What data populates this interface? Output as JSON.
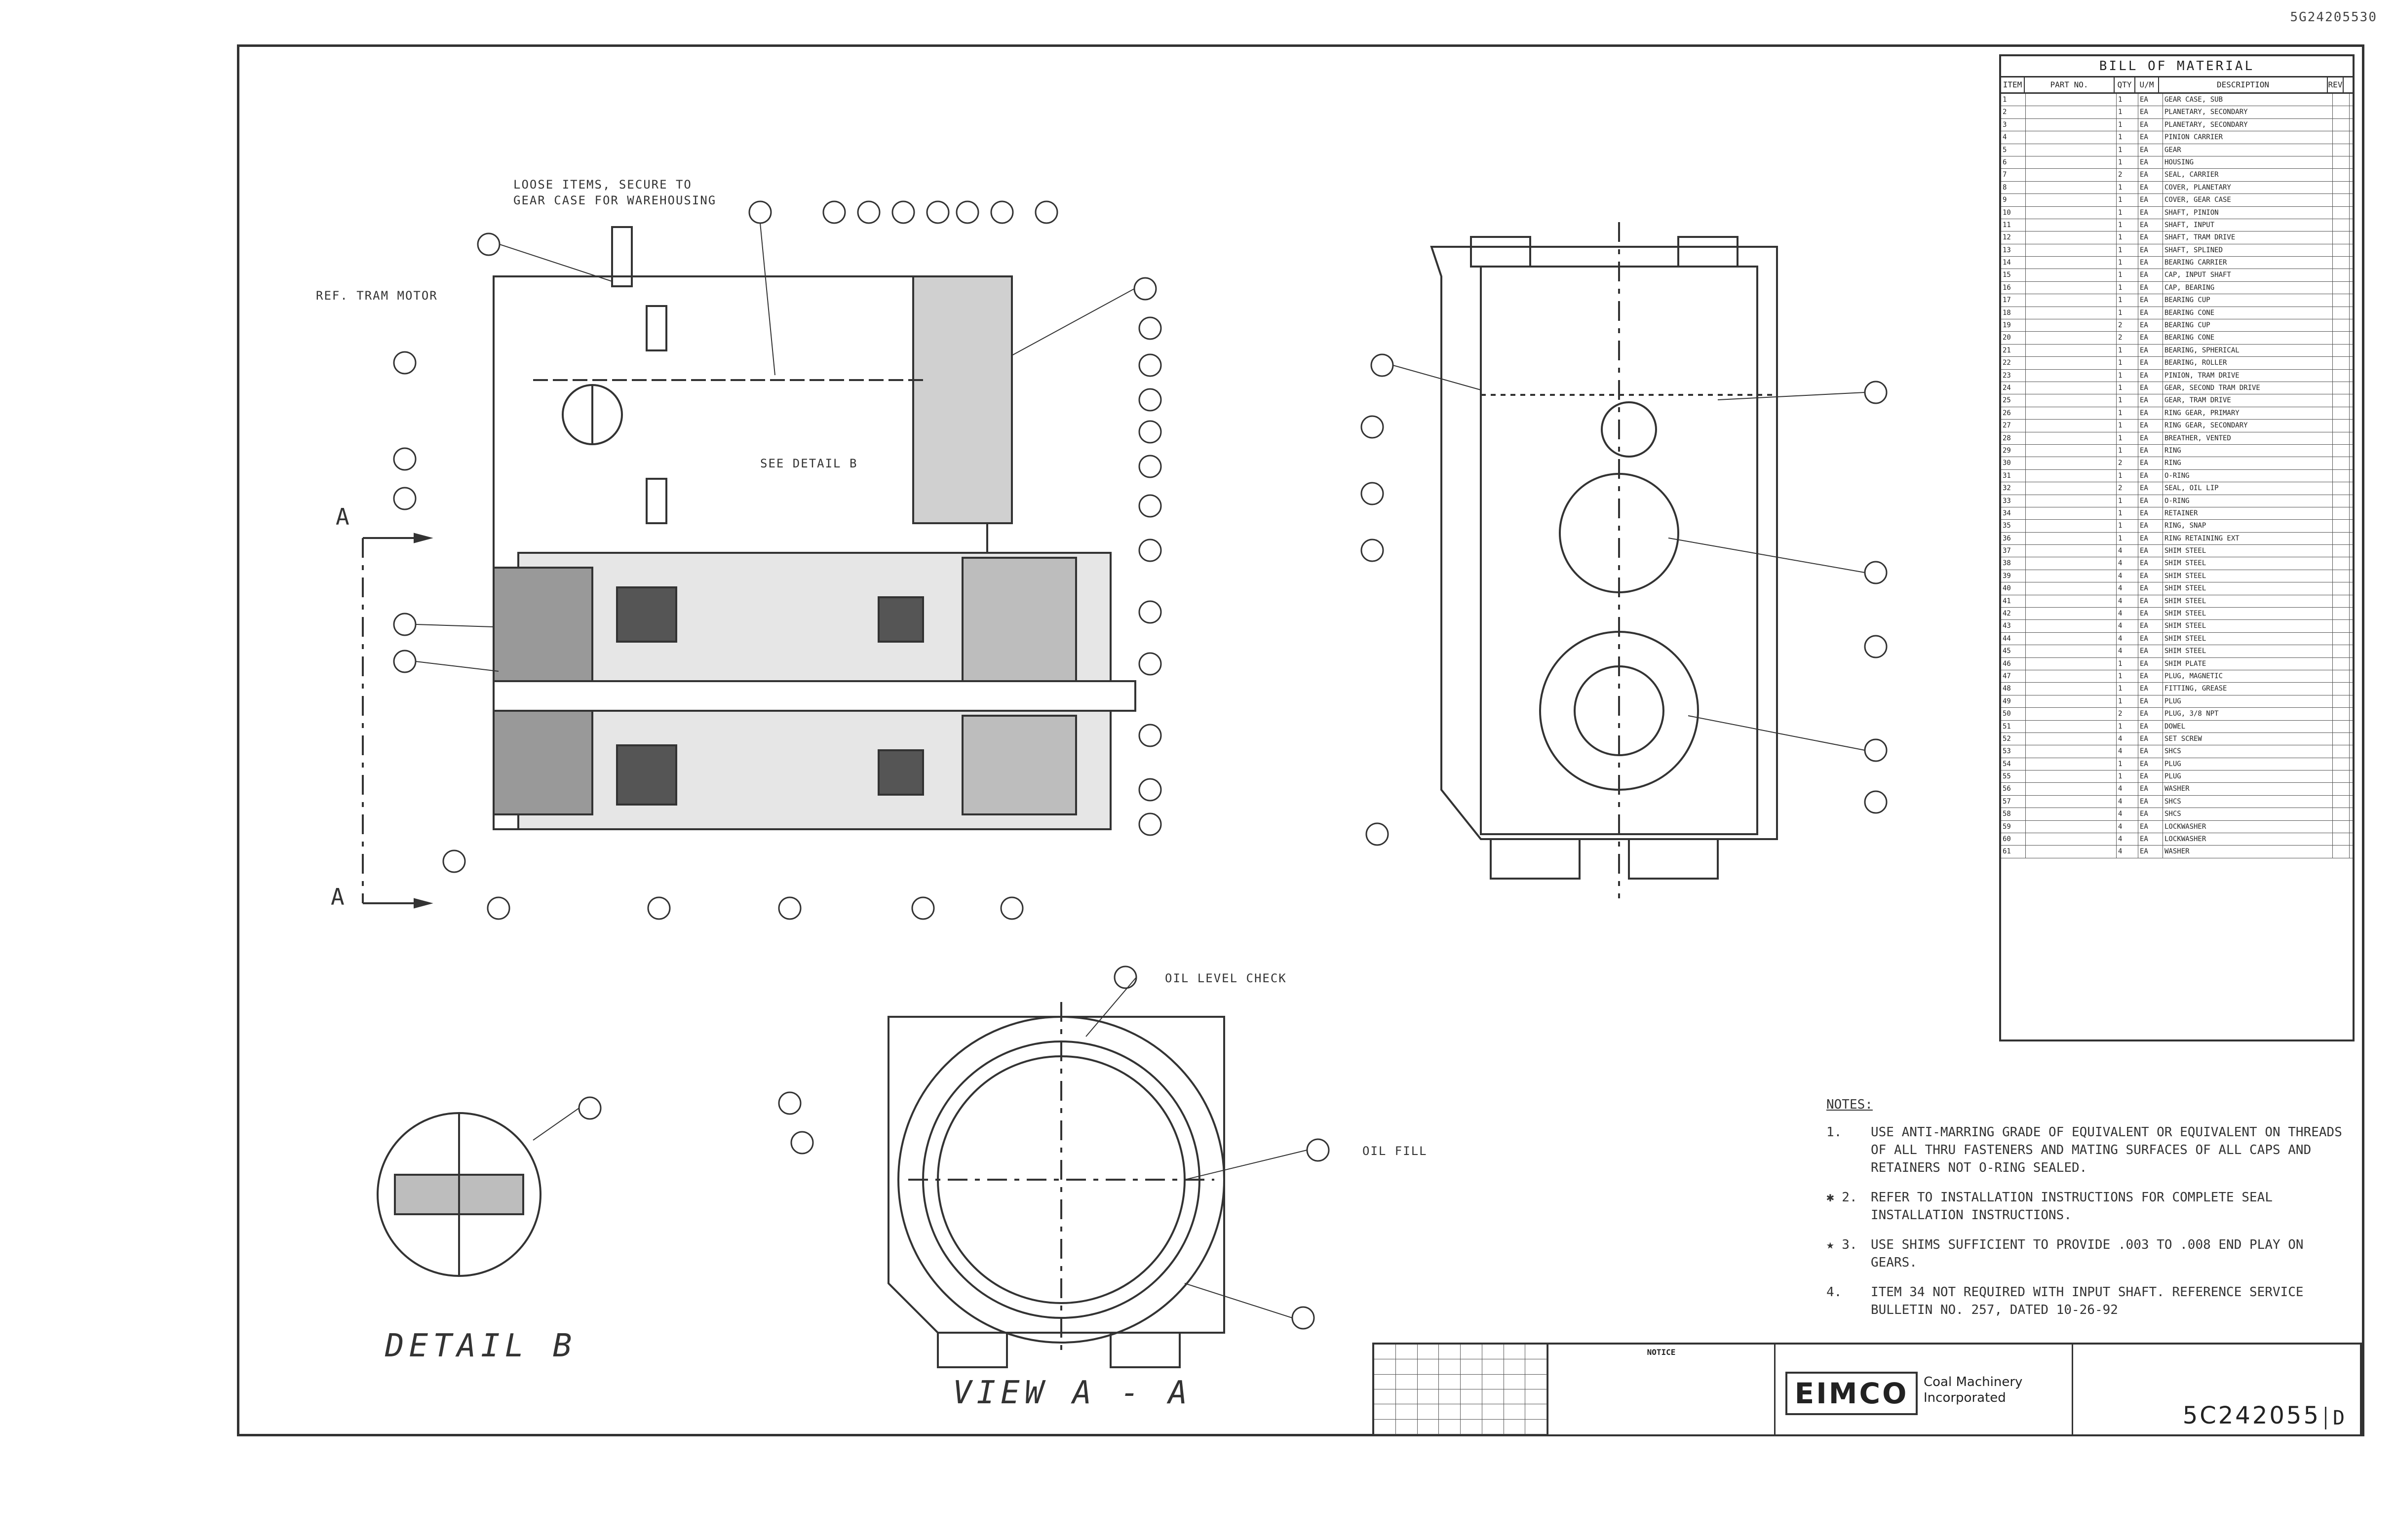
{
  "sheet_id": "5G24205530",
  "callouts": {
    "loose_item": "LOOSE ITEMS, SECURE TO",
    "loose_item2": "GEAR CASE FOR WAREHOUSING",
    "motor_ref": "REF. TRAM MOTOR",
    "see_detail": "SEE DETAIL B",
    "oil_level": "OIL LEVEL CHECK",
    "oil_fill": "OIL FILL"
  },
  "view_labels": {
    "section_a": "A",
    "detail_b": "DETAIL B",
    "view_aa": "VIEW A - A"
  },
  "bom": {
    "title": "BILL OF MATERIAL",
    "columns": [
      "ITEM",
      "PART NO.",
      "QTY",
      "U/M",
      "DESCRIPTION",
      "REV"
    ],
    "rows": [
      [
        "1",
        "",
        "1",
        "EA",
        "GEAR CASE, SUB",
        ""
      ],
      [
        "2",
        "",
        "1",
        "EA",
        "PLANETARY, SECONDARY",
        ""
      ],
      [
        "3",
        "",
        "1",
        "EA",
        "PLANETARY, SECONDARY",
        ""
      ],
      [
        "4",
        "",
        "1",
        "EA",
        "PINION CARRIER",
        ""
      ],
      [
        "5",
        "",
        "1",
        "EA",
        "GEAR",
        ""
      ],
      [
        "6",
        "",
        "1",
        "EA",
        "HOUSING",
        ""
      ],
      [
        "7",
        "",
        "2",
        "EA",
        "SEAL, CARRIER",
        ""
      ],
      [
        "8",
        "",
        "1",
        "EA",
        "COVER, PLANETARY",
        ""
      ],
      [
        "9",
        "",
        "1",
        "EA",
        "COVER, GEAR CASE",
        ""
      ],
      [
        "10",
        "",
        "1",
        "EA",
        "SHAFT, PINION",
        ""
      ],
      [
        "11",
        "",
        "1",
        "EA",
        "SHAFT, INPUT",
        ""
      ],
      [
        "12",
        "",
        "1",
        "EA",
        "SHAFT, TRAM DRIVE",
        ""
      ],
      [
        "13",
        "",
        "1",
        "EA",
        "SHAFT, SPLINED",
        ""
      ],
      [
        "14",
        "",
        "1",
        "EA",
        "BEARING CARRIER",
        ""
      ],
      [
        "15",
        "",
        "1",
        "EA",
        "CAP, INPUT SHAFT",
        ""
      ],
      [
        "16",
        "",
        "1",
        "EA",
        "CAP, BEARING",
        ""
      ],
      [
        "17",
        "",
        "1",
        "EA",
        "BEARING CUP",
        ""
      ],
      [
        "18",
        "",
        "1",
        "EA",
        "BEARING CONE",
        ""
      ],
      [
        "19",
        "",
        "2",
        "EA",
        "BEARING CUP",
        ""
      ],
      [
        "20",
        "",
        "2",
        "EA",
        "BEARING CONE",
        ""
      ],
      [
        "21",
        "",
        "1",
        "EA",
        "BEARING, SPHERICAL",
        ""
      ],
      [
        "22",
        "",
        "1",
        "EA",
        "BEARING, ROLLER",
        ""
      ],
      [
        "23",
        "",
        "1",
        "EA",
        "PINION, TRAM DRIVE",
        ""
      ],
      [
        "24",
        "",
        "1",
        "EA",
        "GEAR, SECOND TRAM DRIVE",
        ""
      ],
      [
        "25",
        "",
        "1",
        "EA",
        "GEAR, TRAM DRIVE",
        ""
      ],
      [
        "26",
        "",
        "1",
        "EA",
        "RING GEAR, PRIMARY",
        ""
      ],
      [
        "27",
        "",
        "1",
        "EA",
        "RING GEAR, SECONDARY",
        ""
      ],
      [
        "28",
        "",
        "1",
        "EA",
        "BREATHER, VENTED",
        ""
      ],
      [
        "29",
        "",
        "1",
        "EA",
        "RING",
        ""
      ],
      [
        "30",
        "",
        "2",
        "EA",
        "RING",
        ""
      ],
      [
        "31",
        "",
        "1",
        "EA",
        "O-RING",
        ""
      ],
      [
        "32",
        "",
        "2",
        "EA",
        "SEAL, OIL LIP",
        ""
      ],
      [
        "33",
        "",
        "1",
        "EA",
        "O-RING",
        ""
      ],
      [
        "34",
        "",
        "1",
        "EA",
        "RETAINER",
        ""
      ],
      [
        "35",
        "",
        "1",
        "EA",
        "RING, SNAP",
        ""
      ],
      [
        "36",
        "",
        "1",
        "EA",
        "RING RETAINING EXT",
        ""
      ],
      [
        "37",
        "",
        "4",
        "EA",
        "SHIM STEEL",
        ""
      ],
      [
        "38",
        "",
        "4",
        "EA",
        "SHIM STEEL",
        ""
      ],
      [
        "39",
        "",
        "4",
        "EA",
        "SHIM STEEL",
        ""
      ],
      [
        "40",
        "",
        "4",
        "EA",
        "SHIM STEEL",
        ""
      ],
      [
        "41",
        "",
        "4",
        "EA",
        "SHIM STEEL",
        ""
      ],
      [
        "42",
        "",
        "4",
        "EA",
        "SHIM STEEL",
        ""
      ],
      [
        "43",
        "",
        "4",
        "EA",
        "SHIM STEEL",
        ""
      ],
      [
        "44",
        "",
        "4",
        "EA",
        "SHIM STEEL",
        ""
      ],
      [
        "45",
        "",
        "4",
        "EA",
        "SHIM STEEL",
        ""
      ],
      [
        "46",
        "",
        "1",
        "EA",
        "SHIM PLATE",
        ""
      ],
      [
        "47",
        "",
        "1",
        "EA",
        "PLUG, MAGNETIC",
        ""
      ],
      [
        "48",
        "",
        "1",
        "EA",
        "FITTING, GREASE",
        ""
      ],
      [
        "49",
        "",
        "1",
        "EA",
        "PLUG",
        ""
      ],
      [
        "50",
        "",
        "2",
        "EA",
        "PLUG, 3/8 NPT",
        ""
      ],
      [
        "51",
        "",
        "1",
        "EA",
        "DOWEL",
        ""
      ],
      [
        "52",
        "",
        "4",
        "EA",
        "SET SCREW",
        ""
      ],
      [
        "53",
        "",
        "4",
        "EA",
        "SHCS",
        ""
      ],
      [
        "54",
        "",
        "1",
        "EA",
        "PLUG",
        ""
      ],
      [
        "55",
        "",
        "1",
        "EA",
        "PLUG",
        ""
      ],
      [
        "56",
        "",
        "4",
        "EA",
        "WASHER",
        ""
      ],
      [
        "57",
        "",
        "4",
        "EA",
        "SHCS",
        ""
      ],
      [
        "58",
        "",
        "4",
        "EA",
        "SHCS",
        ""
      ],
      [
        "59",
        "",
        "4",
        "EA",
        "LOCKWASHER",
        ""
      ],
      [
        "60",
        "",
        "4",
        "EA",
        "LOCKWASHER",
        ""
      ],
      [
        "61",
        "",
        "4",
        "EA",
        "WASHER",
        ""
      ]
    ]
  },
  "notes": {
    "title": "NOTES:",
    "items": [
      {
        "num": "1.",
        "text": "USE ANTI-MARRING GRADE OF EQUIVALENT OR EQUIVALENT ON THREADS OF ALL THRU FASTENERS AND MATING SURFACES OF ALL CAPS AND RETAINERS NOT O-RING SEALED."
      },
      {
        "num": "✱ 2.",
        "text": "REFER TO INSTALLATION INSTRUCTIONS FOR COMPLETE SEAL INSTALLATION INSTRUCTIONS."
      },
      {
        "num": "★ 3.",
        "text": "USE SHIMS SUFFICIENT TO PROVIDE .003 TO .008 END PLAY ON GEARS."
      },
      {
        "num": "4.",
        "text": "ITEM 34 NOT REQUIRED WITH INPUT SHAFT. REFERENCE SERVICE BULLETIN NO. 257, DATED 10-26-92"
      }
    ]
  },
  "title_block": {
    "company_logo": "EIMCO",
    "company_line1": "Coal Machinery",
    "company_line2": "Incorporated",
    "notice_heading": "NOTICE",
    "drawing_number": "5C242055",
    "revision": "D"
  }
}
